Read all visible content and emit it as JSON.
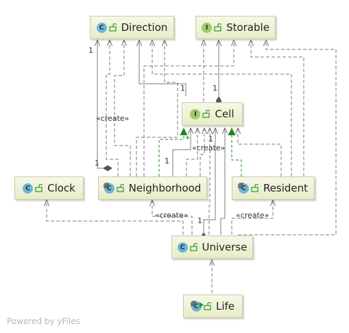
{
  "nodes": {
    "direction": {
      "name": "Direction",
      "kind": "C"
    },
    "storable": {
      "name": "Storable",
      "kind": "I"
    },
    "cell": {
      "name": "Cell",
      "kind": "I"
    },
    "clock": {
      "name": "Clock",
      "kind": "C"
    },
    "neighborhood": {
      "name": "Neighborhood",
      "kind": "C"
    },
    "resident": {
      "name": "Resident",
      "kind": "C"
    },
    "universe": {
      "name": "Universe",
      "kind": "C"
    },
    "life": {
      "name": "Life",
      "kind": "C"
    }
  },
  "edge_labels": {
    "create_neighborhood_direction": "«create»",
    "create_neighborhood_cell": "«create»",
    "create_universe_neighborhood": "«create»",
    "create_universe_resident": "«create»",
    "mult_direction_neighborhood": "1",
    "mult_neighborhood_direction": "1",
    "mult_cell_direction": "1",
    "mult_cell_storable": "1",
    "mult_neighborhood_cell": "1",
    "mult_neighborhood_cell_many": "*",
    "mult_universe_cell_1": "1",
    "mult_universe_cell_2": "1"
  },
  "colors": {
    "node_border": "#c7cba6",
    "edge": "#7a7a7a",
    "composition": "#555555",
    "realization": "#1a8a1a",
    "class_badge": "#6fb6d3",
    "interface_badge": "#a2c86c"
  },
  "watermark": "Powered by yFiles"
}
